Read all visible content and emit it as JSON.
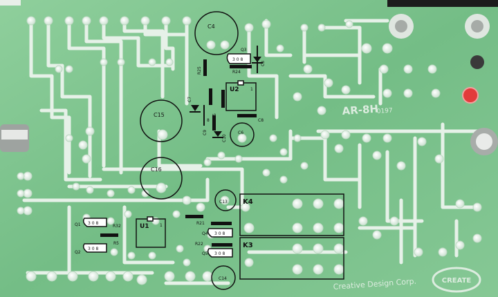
{
  "board": {
    "model": "AR-8H",
    "revision": "0197",
    "maker": "Creative Design Corp.",
    "logo_text": "CREATE",
    "colors": {
      "board": "#7fc48e",
      "board_dark": "#5fa775",
      "trace": "#e8f2ea",
      "pad": "#eef6ef",
      "ink": "#111111",
      "led": "#e23b3b"
    }
  },
  "labels": {
    "c4": "C4",
    "c15": "C15",
    "c16": "C16",
    "c6": "C6",
    "c13": "C13",
    "c14": "C14",
    "c7": "C7",
    "c8": "C8",
    "c9": "C9",
    "c10": "C10",
    "q1": "Q1",
    "q2": "Q2",
    "q3": "Q3",
    "q4": "Q4",
    "q5": "Q5",
    "r5": "R5",
    "r21": "R21",
    "r22": "R22",
    "r24": "R24",
    "r25": "R25",
    "r32": "R32",
    "u1": "U1",
    "u2": "U2",
    "k3": "K3",
    "k4": "K4",
    "pin1": "1",
    "pin8": "8",
    "pkg": "3 0 8"
  }
}
